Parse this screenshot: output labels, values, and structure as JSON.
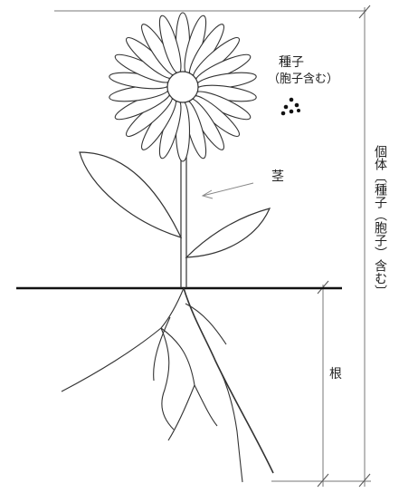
{
  "labels": {
    "seed": "種子",
    "seed_note": "（胞子含む）",
    "stem": "茎",
    "root": "根",
    "individual": "個体〔種子（胞子）含む〕"
  },
  "colors": {
    "line": "#222222",
    "light_line": "#777777",
    "background": "#ffffff"
  }
}
